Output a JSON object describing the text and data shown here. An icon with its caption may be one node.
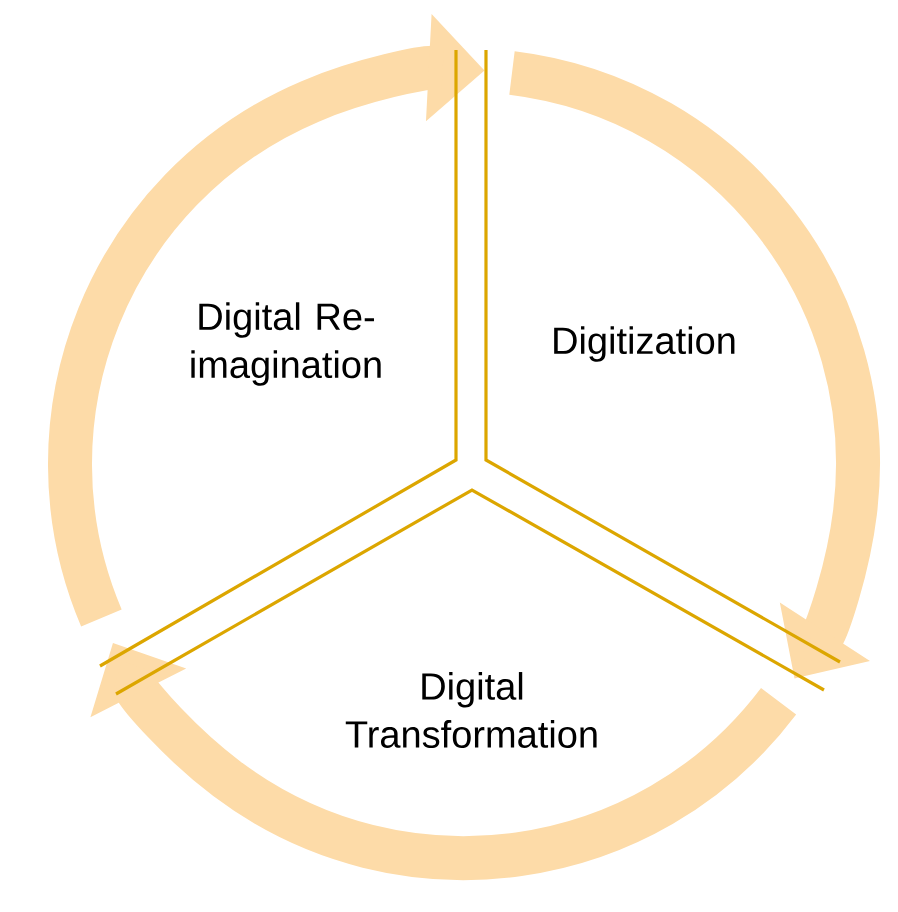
{
  "diagram": {
    "nodes": [
      {
        "text": [
          "Digital Re-imagination"
        ]
      },
      {
        "text": [
          "Digitization"
        ]
      },
      {
        "text": [
          "Digital Transformation"
        ]
      }
    ],
    "edges": [
      {
        "from": 0,
        "to": 1,
        "arrow": "to"
      },
      {
        "from": 1,
        "to": 2,
        "arrow": "to"
      },
      {
        "from": 2,
        "to": 0,
        "arrow": "to"
      }
    ]
  }
}
